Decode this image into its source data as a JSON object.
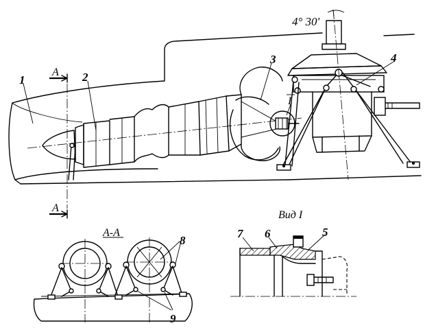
{
  "main_view": {
    "angle_label": "4° 30'",
    "section_mark": "A",
    "callouts": [
      "1",
      "2",
      "3",
      "4"
    ],
    "detail_mark": "I"
  },
  "section_view": {
    "title": "A-A",
    "callouts": [
      "8",
      "9"
    ]
  },
  "detail_view": {
    "title": "Вид  I",
    "callouts": [
      "7",
      "6",
      "5"
    ]
  }
}
